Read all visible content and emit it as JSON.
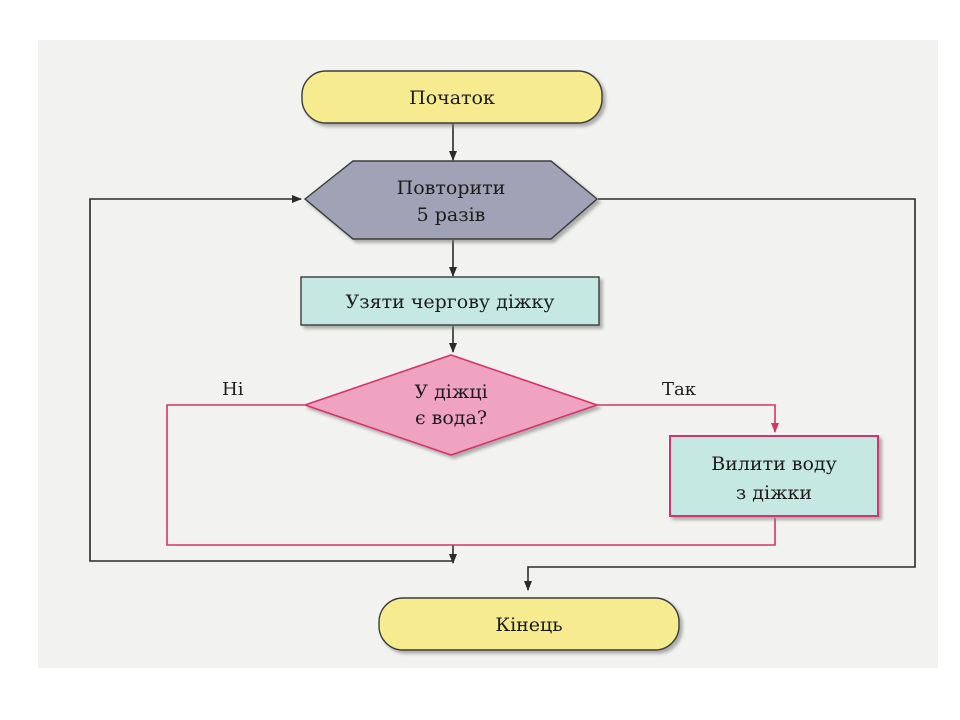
{
  "nodes": {
    "start": {
      "label": "Початок",
      "fill": "#f7eb8f"
    },
    "loop": {
      "line1": "Повторити",
      "line2": "5 разів",
      "fill": "#9fa3b5"
    },
    "take": {
      "label": "Узяти чергову діжку",
      "fill": "#c6e8e3"
    },
    "check": {
      "line1": "У діжці",
      "line2": "є вода?",
      "fill": "#f0a3c1"
    },
    "pour": {
      "line1": "Вилити воду",
      "line2": "з діжки",
      "fill": "#c6e8e3"
    },
    "end": {
      "label": "Кінець",
      "fill": "#f7eb8f"
    }
  },
  "edge_labels": {
    "no": "Ні",
    "yes": "Так"
  },
  "colors": {
    "line_dark": "#2b2b2b",
    "line_pink": "#d6336c"
  }
}
